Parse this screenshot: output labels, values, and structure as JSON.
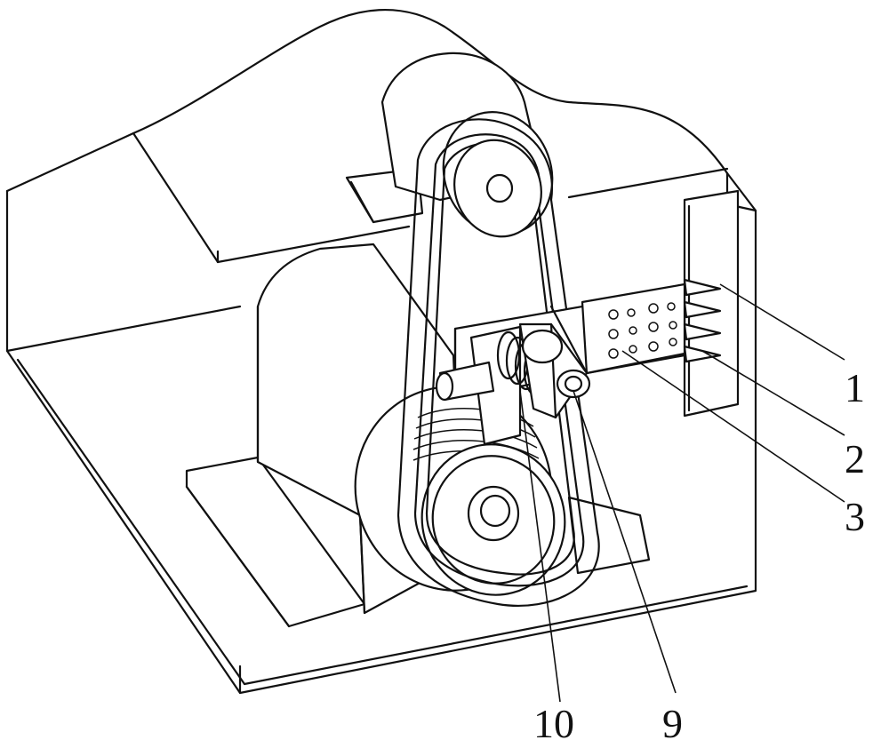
{
  "figure": {
    "callouts": [
      {
        "id": "c1",
        "text": "1"
      },
      {
        "id": "c2",
        "text": "2"
      },
      {
        "id": "c3",
        "text": "3"
      },
      {
        "id": "c10",
        "text": "10"
      },
      {
        "id": "c9",
        "text": "9"
      }
    ]
  }
}
